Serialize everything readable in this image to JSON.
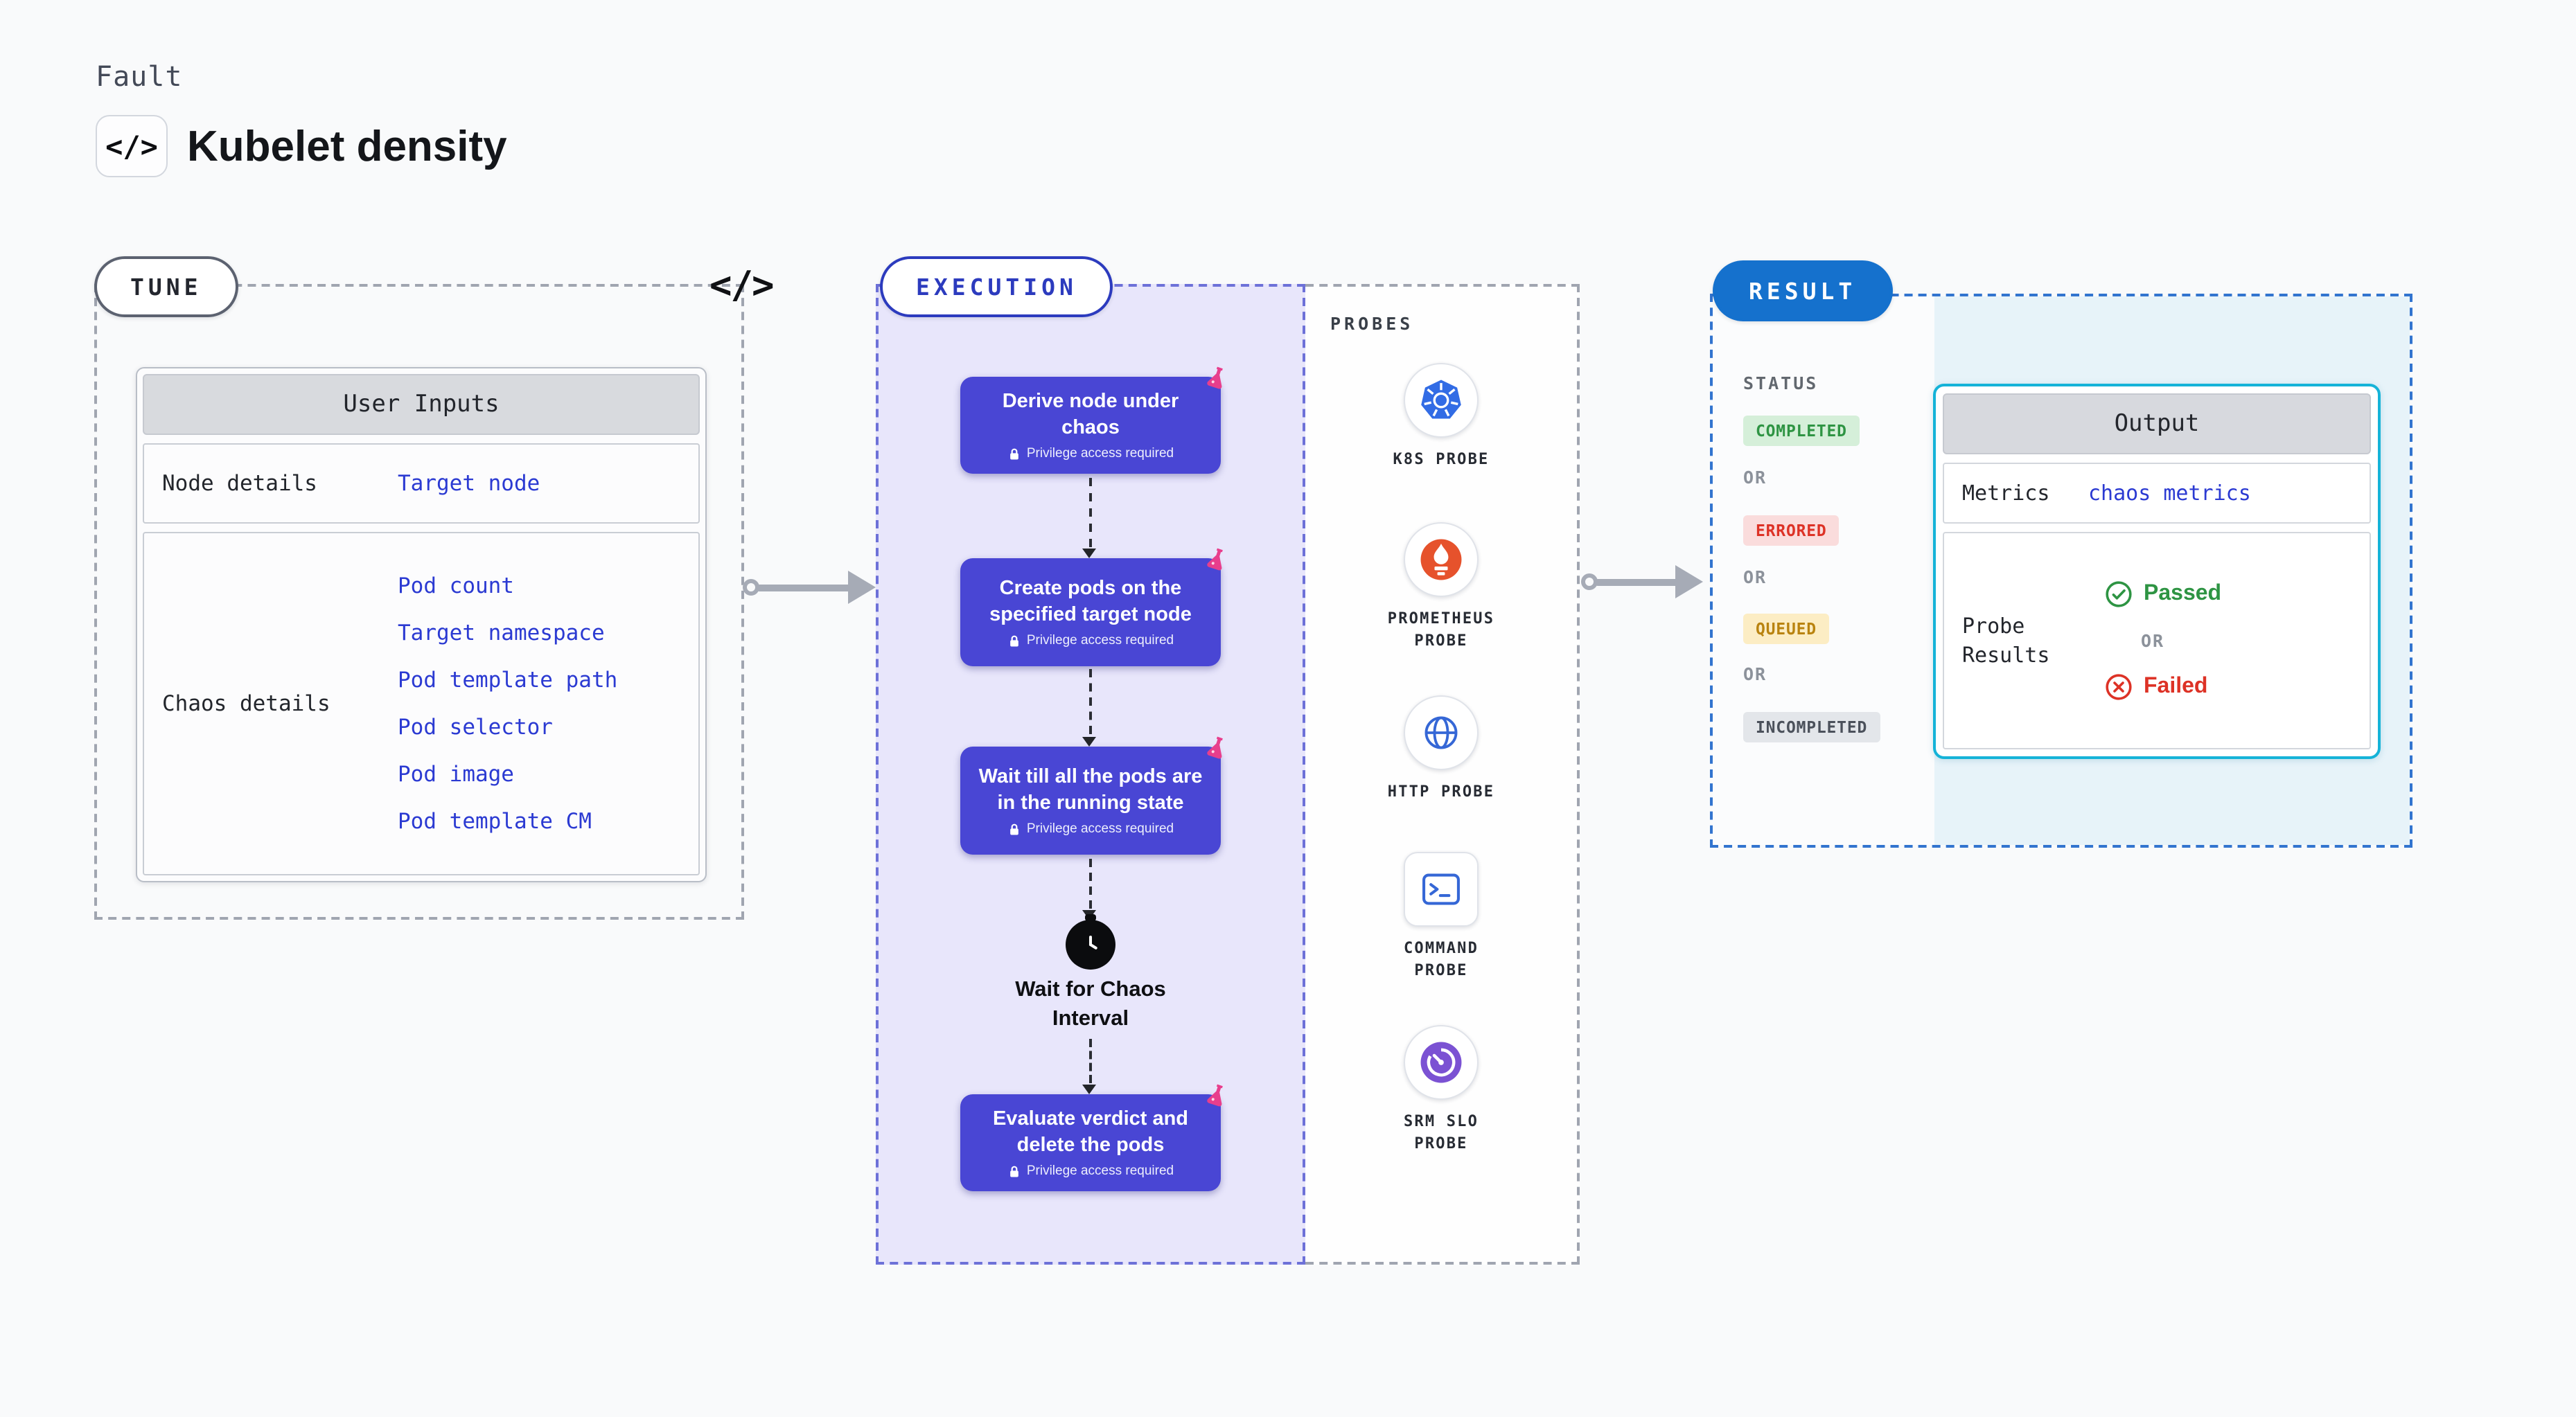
{
  "glyphs": {
    "code": "</>"
  },
  "header": {
    "kicker": "Fault",
    "title": "Kubelet density"
  },
  "tune": {
    "pill": "TUNE",
    "table": {
      "header": "User Inputs",
      "rows": [
        {
          "label": "Node details",
          "values": [
            "Target node"
          ]
        },
        {
          "label": "Chaos details",
          "values": [
            "Pod count",
            "Target namespace",
            "Pod template path",
            "Pod selector",
            "Pod image",
            "Pod template CM"
          ]
        }
      ]
    }
  },
  "execution": {
    "pill": "EXECUTION",
    "privilege_note": "Privilege access required",
    "steps": [
      "Derive node under chaos",
      "Create pods on the specified target node",
      "Wait till all the pods are in the running state"
    ],
    "interval_label": "Wait for Chaos Interval",
    "final_step": "Evaluate verdict and delete the pods"
  },
  "probes": {
    "heading": "PROBES",
    "items": [
      "K8S PROBE",
      "PROMETHEUS PROBE",
      "HTTP PROBE",
      "COMMAND PROBE",
      "SRM SLO PROBE"
    ]
  },
  "result": {
    "pill": "RESULT",
    "status": {
      "heading": "STATUS",
      "separator": "OR",
      "badges": [
        {
          "label": "COMPLETED",
          "bg": "#d5efd9",
          "fg": "#2e9443"
        },
        {
          "label": "ERRORED",
          "bg": "#fadcdc",
          "fg": "#dd3226"
        },
        {
          "label": "QUEUED",
          "bg": "#fcedc4",
          "fg": "#b9830f"
        },
        {
          "label": "INCOMPLETED",
          "bg": "#e3e6ea",
          "fg": "#4b515b"
        }
      ]
    },
    "output": {
      "header": "Output",
      "metrics_label": "Metrics",
      "metrics_value": "chaos metrics",
      "probe_label": "Probe Results",
      "passed": "Passed",
      "separator": "OR",
      "failed": "Failed"
    }
  },
  "colors": {
    "step_indigo": "#4946d4",
    "execution_bg": "#e8e6fb",
    "result_blue": "#1571cd",
    "output_border": "#15b3d8",
    "link_blue": "#2b3ad2",
    "passed_green": "#2e9443",
    "failed_red": "#dd3226",
    "flask_pink": "#e83e8c",
    "k8s_blue": "#326ce5",
    "prometheus_orange": "#e6522c",
    "srm_purple": "#7b52d3"
  }
}
